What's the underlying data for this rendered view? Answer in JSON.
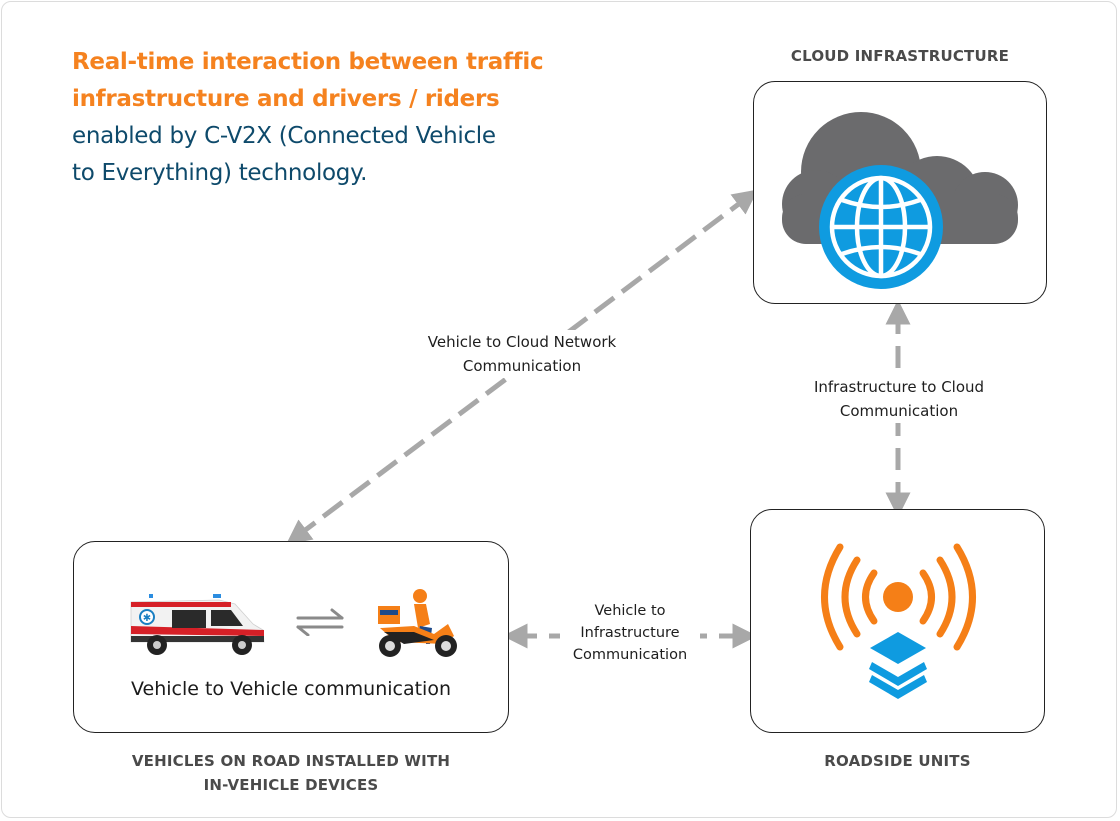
{
  "headline": {
    "highlight": [
      "Real-time interaction between traffic",
      "infrastructure and drivers / riders"
    ],
    "subtitle": [
      "enabled by C-V2X (Connected Vehicle",
      "to Everything) technology."
    ]
  },
  "nodes": {
    "cloud": {
      "caption": "CLOUD INFRASTRUCTURE",
      "icon": "cloud-globe-icon"
    },
    "roadside": {
      "caption": "ROADSIDE UNITS",
      "icon": "broadcast-antenna-icon"
    },
    "vehicles": {
      "caption": [
        "VEHICLES ON ROAD INSTALLED WITH",
        "IN-VEHICLE DEVICES"
      ],
      "inner_text": "Vehicle to Vehicle communication",
      "icons": [
        "ambulance-icon",
        "exchange-arrows-icon",
        "delivery-scooter-icon"
      ]
    }
  },
  "connections": {
    "vehicle_to_cloud": [
      "Vehicle to Cloud Network",
      "Communication"
    ],
    "infrastructure_to_cloud": [
      "Infrastructure to Cloud",
      "Communication"
    ],
    "vehicle_to_infrastructure": [
      "Vehicle to",
      "Infrastructure",
      "Communication"
    ]
  },
  "colors": {
    "accent_orange": "#f5821f",
    "title_navy": "#0e4a6b",
    "globe_blue": "#0f9be0",
    "cloud_gray": "#6b6b6d",
    "arrow_gray": "#a8a8a8"
  }
}
